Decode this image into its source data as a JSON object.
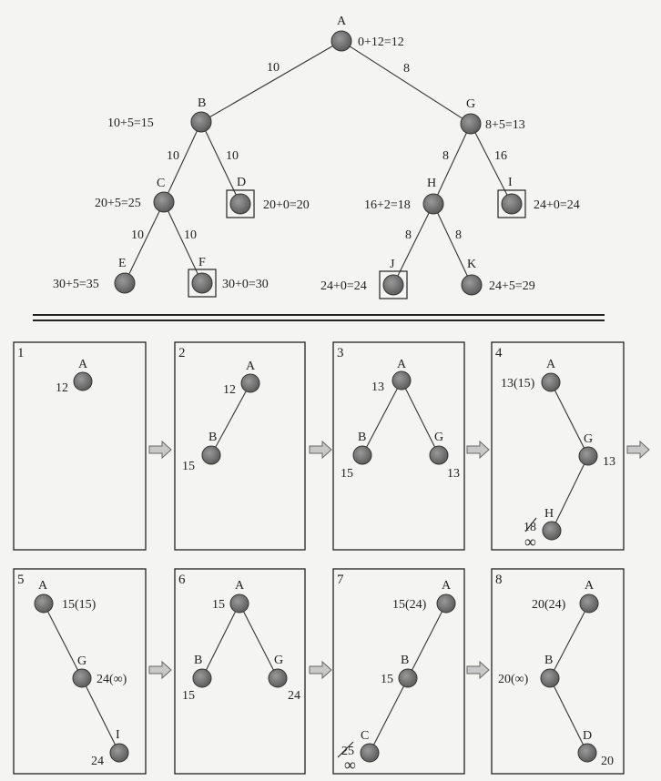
{
  "top_tree": {
    "nodes": [
      {
        "id": "A",
        "name": "A",
        "value": "0+12=12"
      },
      {
        "id": "B",
        "name": "B",
        "value": "10+5=15"
      },
      {
        "id": "G",
        "name": "G",
        "value": "8+5=13"
      },
      {
        "id": "C",
        "name": "C",
        "value": "20+5=25"
      },
      {
        "id": "D",
        "name": "D",
        "value": "20+0=20",
        "goal": true
      },
      {
        "id": "H",
        "name": "H",
        "value": "16+2=18"
      },
      {
        "id": "I",
        "name": "I",
        "value": "24+0=24",
        "goal": true
      },
      {
        "id": "E",
        "name": "E",
        "value": "30+5=35"
      },
      {
        "id": "F",
        "name": "F",
        "value": "30+0=30",
        "goal": true
      },
      {
        "id": "J",
        "name": "J",
        "value": "24+0=24",
        "goal": true
      },
      {
        "id": "K",
        "name": "K",
        "value": "24+5=29"
      }
    ],
    "edges": [
      {
        "from": "A",
        "to": "B",
        "cost": "10"
      },
      {
        "from": "A",
        "to": "G",
        "cost": "8"
      },
      {
        "from": "B",
        "to": "C",
        "cost": "10"
      },
      {
        "from": "B",
        "to": "D",
        "cost": "10"
      },
      {
        "from": "G",
        "to": "H",
        "cost": "8"
      },
      {
        "from": "G",
        "to": "I",
        "cost": "16"
      },
      {
        "from": "C",
        "to": "E",
        "cost": "10"
      },
      {
        "from": "C",
        "to": "F",
        "cost": "10"
      },
      {
        "from": "H",
        "to": "J",
        "cost": "8"
      },
      {
        "from": "H",
        "to": "K",
        "cost": "8"
      }
    ]
  },
  "steps": [
    {
      "number": "1",
      "nodes": [
        {
          "name": "A",
          "value": "12"
        }
      ]
    },
    {
      "number": "2",
      "nodes": [
        {
          "name": "A",
          "value": "12"
        },
        {
          "name": "B",
          "value": "15"
        }
      ]
    },
    {
      "number": "3",
      "nodes": [
        {
          "name": "A",
          "value": "13"
        },
        {
          "name": "B",
          "value": "15"
        },
        {
          "name": "G",
          "value": "13"
        }
      ]
    },
    {
      "number": "4",
      "nodes": [
        {
          "name": "A",
          "value": "13(15)"
        },
        {
          "name": "G",
          "value": "13"
        },
        {
          "name": "H",
          "value": "18",
          "struck": true,
          "replacement": "∞"
        }
      ]
    },
    {
      "number": "5",
      "nodes": [
        {
          "name": "A",
          "value": "15(15)"
        },
        {
          "name": "G",
          "value": "24(∞)"
        },
        {
          "name": "I",
          "value": "24"
        }
      ]
    },
    {
      "number": "6",
      "nodes": [
        {
          "name": "A",
          "value": "15"
        },
        {
          "name": "B",
          "value": "15"
        },
        {
          "name": "G",
          "value": "24"
        }
      ]
    },
    {
      "number": "7",
      "nodes": [
        {
          "name": "A",
          "value": "15(24)"
        },
        {
          "name": "B",
          "value": "15"
        },
        {
          "name": "C",
          "value": "25",
          "struck": true,
          "replacement": "∞"
        }
      ]
    },
    {
      "number": "8",
      "nodes": [
        {
          "name": "A",
          "value": "20(24)"
        },
        {
          "name": "B",
          "value": "20(∞)"
        },
        {
          "name": "D",
          "value": "20"
        }
      ]
    }
  ]
}
